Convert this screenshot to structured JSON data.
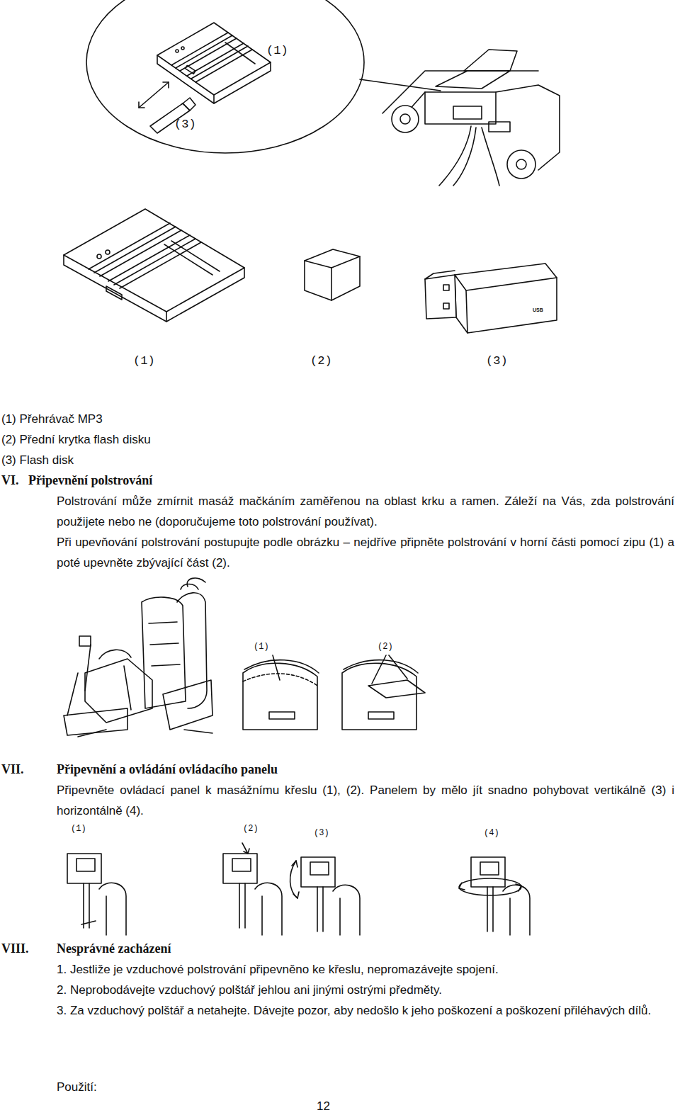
{
  "diagram": {
    "labels": [
      "(1)",
      "(3)",
      "USB",
      "(1)",
      "(2)",
      "(3)",
      "(1) Přehrávač MP3",
      "(2) Přední krytka flash disku",
      "(3) Flash disk",
      "VI.",
      "Připevnění polstrování",
      "Polstrování může zmírnit masáž mačkáním zaměřenou na oblast krku a ramen. Záleží na Vás, zda polstrování použijete nebo ne (doporučujeme toto polstrování používat).",
      "Při upevňování polstrování postupujte podle obrázku – nejdříve připněte polstrování v horní části pomocí zipu (1) a poté upevněte zbývající část (2).",
      "(1)",
      "(2)",
      "VII.",
      "Připevnění a ovládání ovládacího panelu",
      "Připevněte ovládací panel k masážnímu křeslu (1), (2). Panelem by mělo jít snadno pohybovat vertikálně (3) i horizontálně (4).",
      "(1)",
      "(2)",
      "(3)",
      "(4)",
      "VIII.",
      "Nesprávné zacházení",
      "1. Jestliže je vzduchové polstrování připevněno ke křeslu, nepromazávejte spojení.",
      "2. Neprobodávejte vzduchový polštář jehlou ani jinými ostrými předměty.",
      "3. Za vzduchový polštář a netahejte. Dávejte pozor, aby nedošlo k jeho poškození a poškození přiléhavých dílů.",
      "Použití:",
      "12"
    ]
  }
}
